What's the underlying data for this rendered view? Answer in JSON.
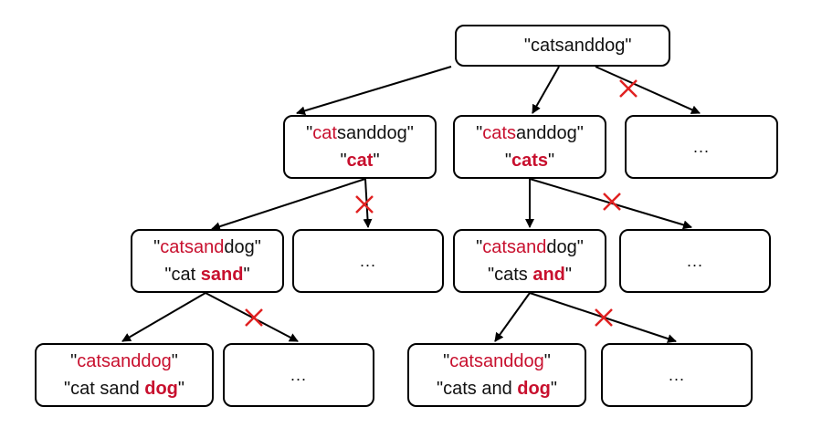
{
  "accent_red": "#c8102e",
  "arrow_color": "#000000",
  "cross_color": "#e02020",
  "root": {
    "open": "\"",
    "text": "catsanddog",
    "close": "\""
  },
  "n_cat": {
    "l1": [
      {
        "t": "\"",
        "s": ""
      },
      {
        "t": "cat",
        "s": "red"
      },
      {
        "t": "sanddog\"",
        "s": ""
      }
    ],
    "l2": [
      {
        "t": "\"",
        "s": ""
      },
      {
        "t": "cat",
        "s": "redb"
      },
      {
        "t": "\"",
        "s": ""
      }
    ]
  },
  "n_cats": {
    "l1": [
      {
        "t": "\"",
        "s": ""
      },
      {
        "t": "cats",
        "s": "red"
      },
      {
        "t": "anddog\"",
        "s": ""
      }
    ],
    "l2": [
      {
        "t": "\"",
        "s": ""
      },
      {
        "t": "cats",
        "s": "redb"
      },
      {
        "t": "\"",
        "s": ""
      }
    ]
  },
  "n_catsand": {
    "l1": [
      {
        "t": "\"",
        "s": ""
      },
      {
        "t": "catsand",
        "s": "red"
      },
      {
        "t": "dog\"",
        "s": ""
      }
    ],
    "l2": [
      {
        "t": "\"cat ",
        "s": ""
      },
      {
        "t": "sand",
        "s": "redb"
      },
      {
        "t": "\"",
        "s": ""
      }
    ]
  },
  "n_catsand2": {
    "l1": [
      {
        "t": "\"",
        "s": ""
      },
      {
        "t": "catsand",
        "s": "red"
      },
      {
        "t": "dog\"",
        "s": ""
      }
    ],
    "l2": [
      {
        "t": "\"cats ",
        "s": ""
      },
      {
        "t": "and",
        "s": "redb"
      },
      {
        "t": "\"",
        "s": ""
      }
    ]
  },
  "n_leaf1": {
    "l1": [
      {
        "t": "\"",
        "s": ""
      },
      {
        "t": "catsanddog",
        "s": "red"
      },
      {
        "t": "\"",
        "s": ""
      }
    ],
    "l2": [
      {
        "t": "\"cat sand ",
        "s": ""
      },
      {
        "t": "dog",
        "s": "redb"
      },
      {
        "t": "\"",
        "s": ""
      }
    ]
  },
  "n_leaf2": {
    "l1": [
      {
        "t": "\"",
        "s": ""
      },
      {
        "t": "catsanddog",
        "s": "red"
      },
      {
        "t": "\"",
        "s": ""
      }
    ],
    "l2": [
      {
        "t": "\"cats and ",
        "s": ""
      },
      {
        "t": "dog",
        "s": "redb"
      },
      {
        "t": "\"",
        "s": ""
      }
    ]
  },
  "ellipsis": "..."
}
